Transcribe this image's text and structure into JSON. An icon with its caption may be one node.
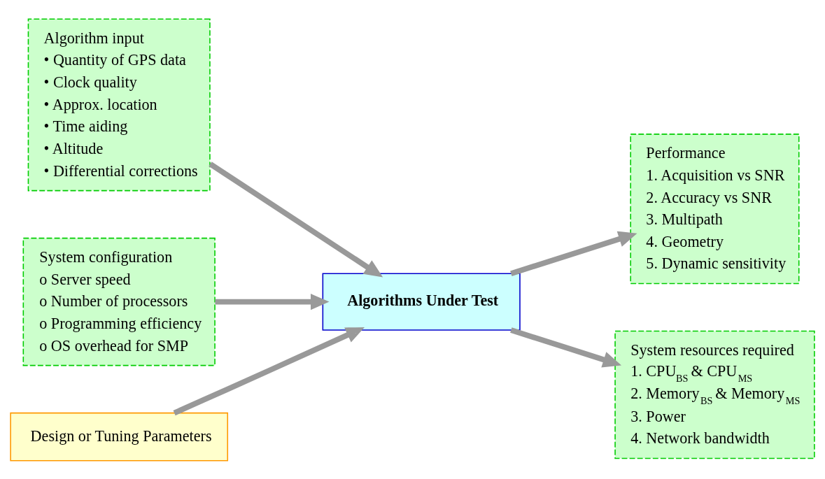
{
  "diagram": {
    "nodes": [
      {
        "text": [
          "Algorithm input",
          "• Quantity of GPS data",
          "• Clock quality",
          "• Approx. location",
          "• Time aiding",
          "• Altitude",
          "• Differential corrections"
        ]
      },
      {
        "text": [
          "Performance",
          "1. Acquisition vs SNR",
          "2. Accuracy vs SNR",
          "3. Multipath",
          "4. Geometry",
          "5. Dynamic sensitivity"
        ]
      },
      {
        "text": [
          "Algorithms Under Test"
        ]
      },
      {
        "text": [
          "System configuration",
          "o Server speed",
          "o Number of processors",
          "o Programming efficiency",
          "o OS overhead for SMP"
        ]
      },
      {
        "text": [
          "Design or Tuning Parameters"
        ]
      },
      {
        "text": [
          "System resources required",
          "1. CPU$_{BS}$ & CPU$_{MS}$",
          "2. Memory$_{BS}$ & Memory$_{MS}$",
          "3. Power",
          "4. Network bandwidth"
        ]
      }
    ],
    "edges": [
      {
        "from": 0,
        "to": 2,
        "arrow": "to"
      },
      {
        "from": 3,
        "to": 2,
        "arrow": "to"
      },
      {
        "from": 4,
        "to": 2,
        "arrow": "to"
      },
      {
        "from": 2,
        "to": 1,
        "arrow": "to"
      },
      {
        "from": 2,
        "to": 5,
        "arrow": "to"
      }
    ]
  }
}
